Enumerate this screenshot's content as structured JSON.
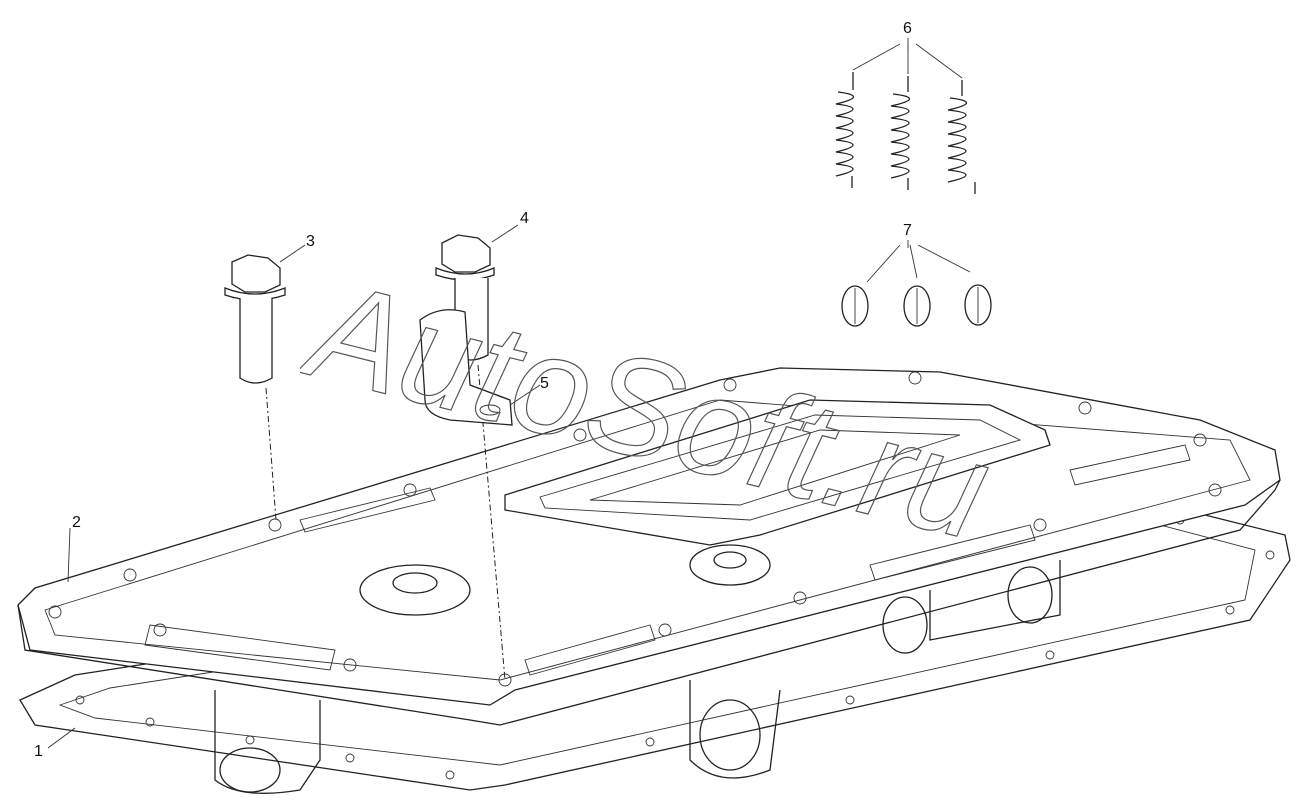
{
  "diagram": {
    "callouts": [
      "1",
      "2",
      "3",
      "4",
      "5",
      "6",
      "7"
    ],
    "watermark": "AutoSoft.ru"
  },
  "colors": {
    "line": "#222222",
    "background": "#ffffff"
  }
}
